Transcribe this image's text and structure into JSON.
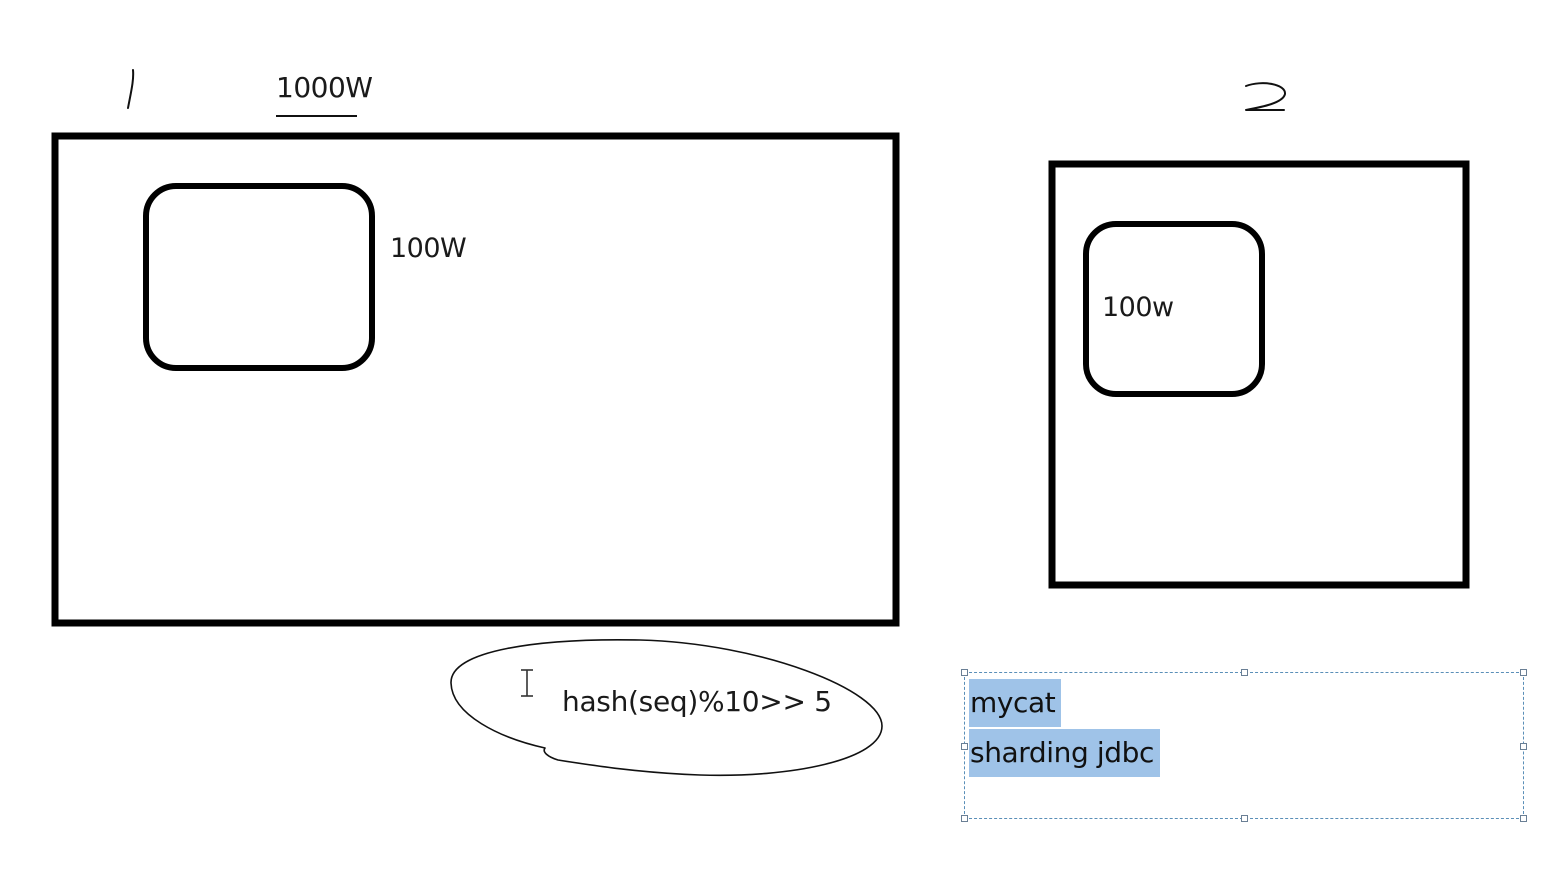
{
  "labels": {
    "total_rows": "1000W",
    "part1_rows": "100W",
    "part2_rows": "100w",
    "formula": "hash(seq)%10>> 5"
  },
  "textbox": {
    "line1": "mycat",
    "line2": "sharding jdbc"
  },
  "colors": {
    "ink": "#000000",
    "selection": "#9fc3e8",
    "textbox_border": "#5a8fb8"
  }
}
